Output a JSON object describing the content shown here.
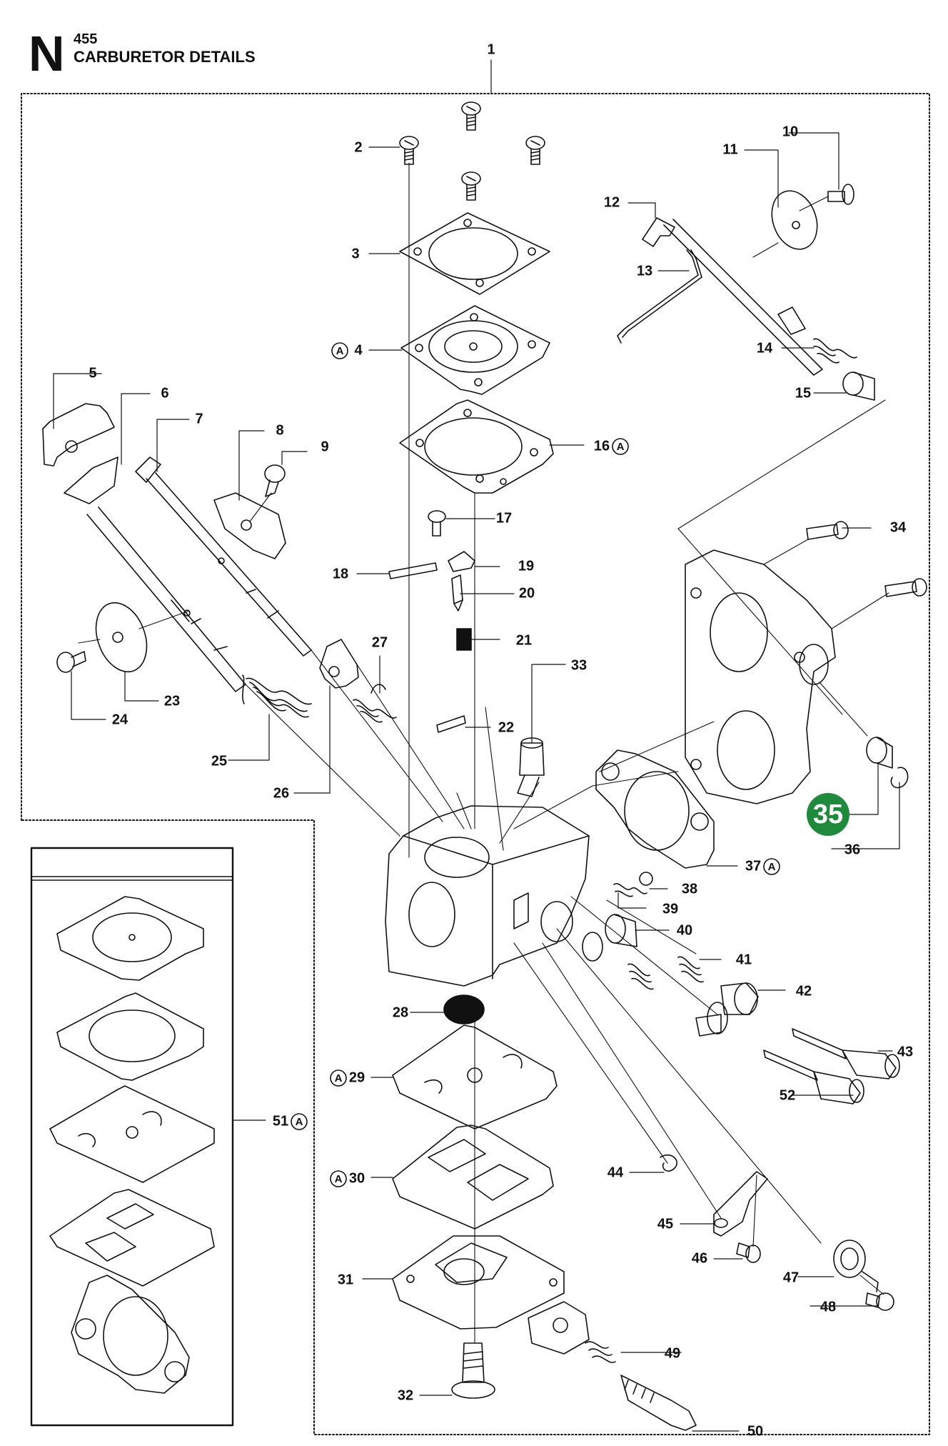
{
  "header": {
    "section_letter": "N",
    "model": "455",
    "title": "CARBURETOR DETAILS"
  },
  "annotation_marker": "A",
  "colors": {
    "ink": "#111111",
    "highlight_badge": "#1f8a3c",
    "highlight_text": "#ffffff"
  },
  "highlighted_part": "35",
  "parts": [
    {
      "no": "1"
    },
    {
      "no": "2"
    },
    {
      "no": "3"
    },
    {
      "no": "4",
      "marked": true
    },
    {
      "no": "5"
    },
    {
      "no": "6"
    },
    {
      "no": "7"
    },
    {
      "no": "8"
    },
    {
      "no": "9"
    },
    {
      "no": "10"
    },
    {
      "no": "11"
    },
    {
      "no": "12"
    },
    {
      "no": "13"
    },
    {
      "no": "14"
    },
    {
      "no": "15"
    },
    {
      "no": "16",
      "marked": true
    },
    {
      "no": "17"
    },
    {
      "no": "18"
    },
    {
      "no": "19"
    },
    {
      "no": "20"
    },
    {
      "no": "21"
    },
    {
      "no": "22"
    },
    {
      "no": "23"
    },
    {
      "no": "24"
    },
    {
      "no": "25"
    },
    {
      "no": "26"
    },
    {
      "no": "27"
    },
    {
      "no": "28"
    },
    {
      "no": "29",
      "marked": true
    },
    {
      "no": "30",
      "marked": true
    },
    {
      "no": "31"
    },
    {
      "no": "32"
    },
    {
      "no": "33"
    },
    {
      "no": "34"
    },
    {
      "no": "35"
    },
    {
      "no": "36"
    },
    {
      "no": "37",
      "marked": true
    },
    {
      "no": "38"
    },
    {
      "no": "39"
    },
    {
      "no": "40"
    },
    {
      "no": "41"
    },
    {
      "no": "42"
    },
    {
      "no": "43"
    },
    {
      "no": "44"
    },
    {
      "no": "45"
    },
    {
      "no": "46"
    },
    {
      "no": "47"
    },
    {
      "no": "48"
    },
    {
      "no": "49"
    },
    {
      "no": "50"
    },
    {
      "no": "51",
      "marked": true
    },
    {
      "no": "52"
    }
  ]
}
